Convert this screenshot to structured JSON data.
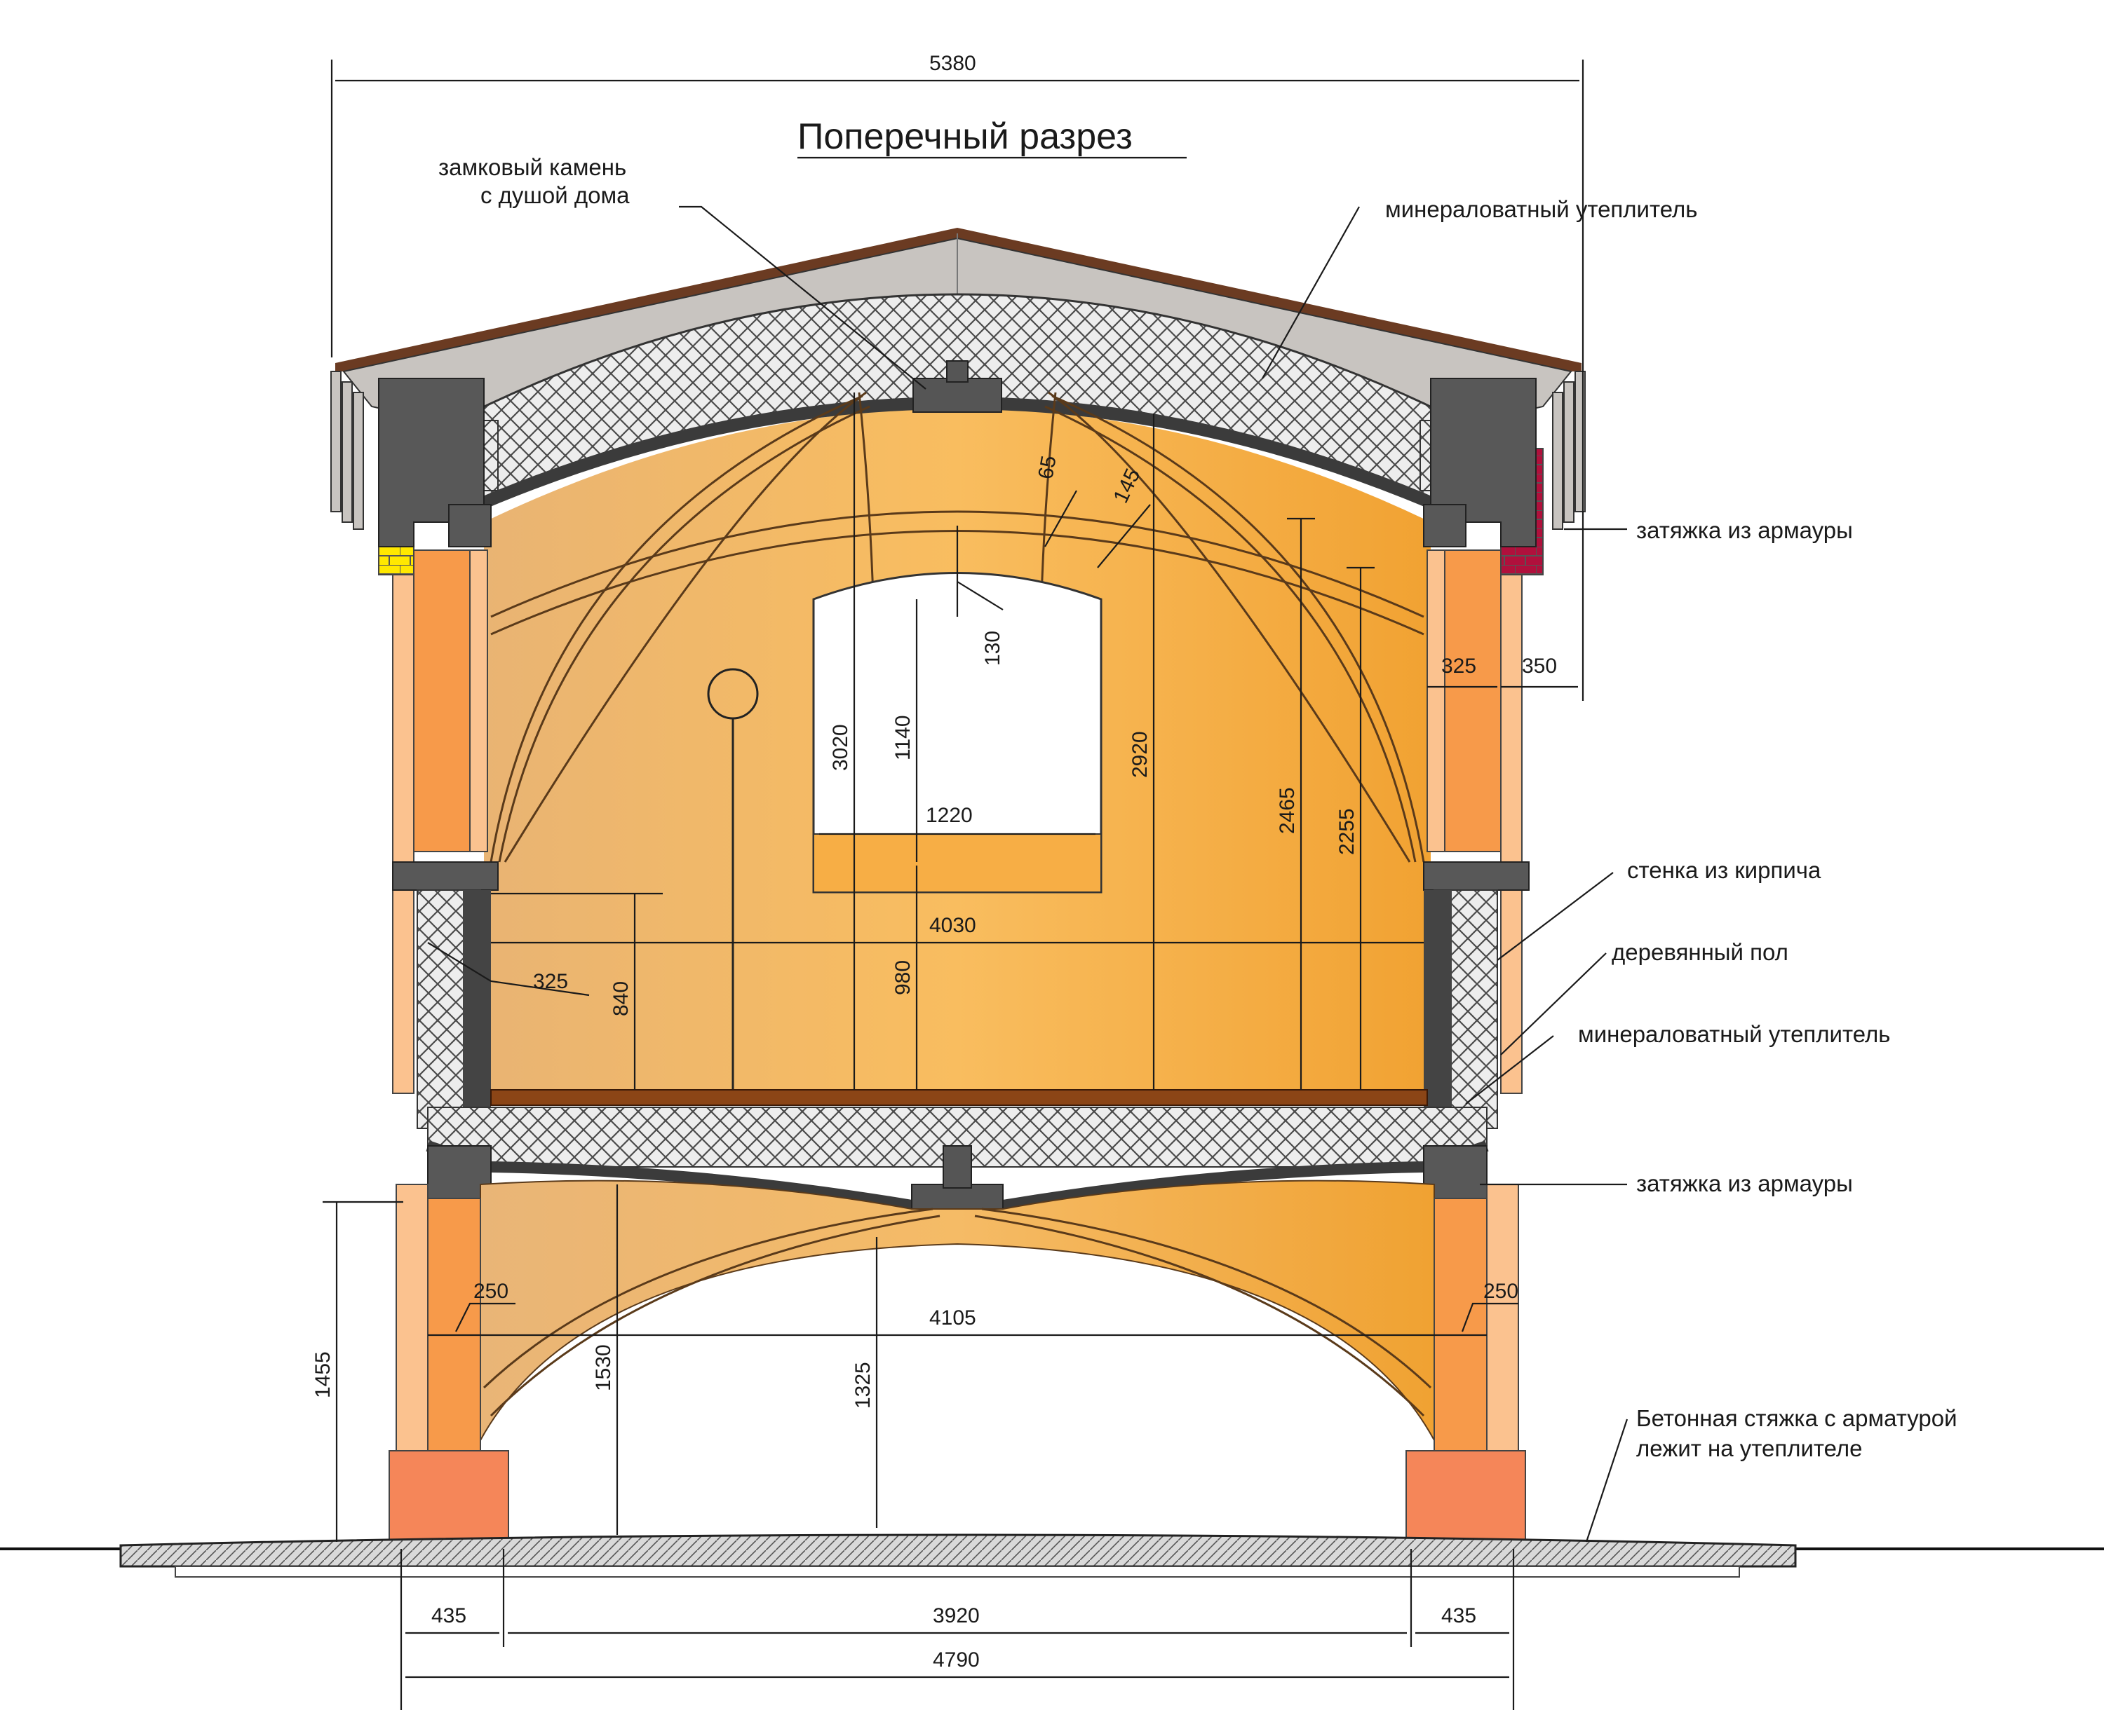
{
  "title": "Поперечный разрез",
  "colors": {
    "vault_light": "#e7b472",
    "vault_mid": "#f7b24f",
    "vault_dark": "#f0a232",
    "brick_orange": "#f79a4a",
    "column_light": "#fbc28f",
    "base_orange": "#f58659",
    "concrete_gray": "#585858",
    "insulation_fill": "#ececec",
    "roof_gray": "#c8c4c0",
    "roof_brown": "#6b3b22",
    "floor_brown": "#8b4516",
    "accent_yellow": "#ffe800",
    "accent_magenta": "#b0103c"
  },
  "callouts": {
    "keystone_line1": "замковый камень",
    "keystone_line2": "с душой дома",
    "insulation_top": "минераловатный утеплитель",
    "tie_top": "затяжка из армауры",
    "brick_wall": "стенка из кирпича",
    "wood_floor": "деревянный пол",
    "insulation_mid": "минераловатный утеплитель",
    "tie_bottom": "затяжка из армауры",
    "concrete_line1": "Бетонная стяжка с арматурой",
    "concrete_line2": "лежит на утеплителе"
  },
  "dimensions": {
    "overall_width": "5380",
    "d65": "65",
    "d145": "145",
    "d130": "130",
    "d1140": "1140",
    "d3020": "3020",
    "d2920": "2920",
    "d2465": "2465",
    "d2255": "2255",
    "d1220": "1220",
    "d4030": "4030",
    "d325_right": "325",
    "d350": "350",
    "d325_left": "325",
    "d840": "840",
    "d980": "980",
    "d250_left": "250",
    "d250_right": "250",
    "d4105": "4105",
    "d1455": "1455",
    "d1530": "1530",
    "d1325": "1325",
    "d435_left": "435",
    "d3920": "3920",
    "d435_right": "435",
    "d4790": "4790"
  }
}
